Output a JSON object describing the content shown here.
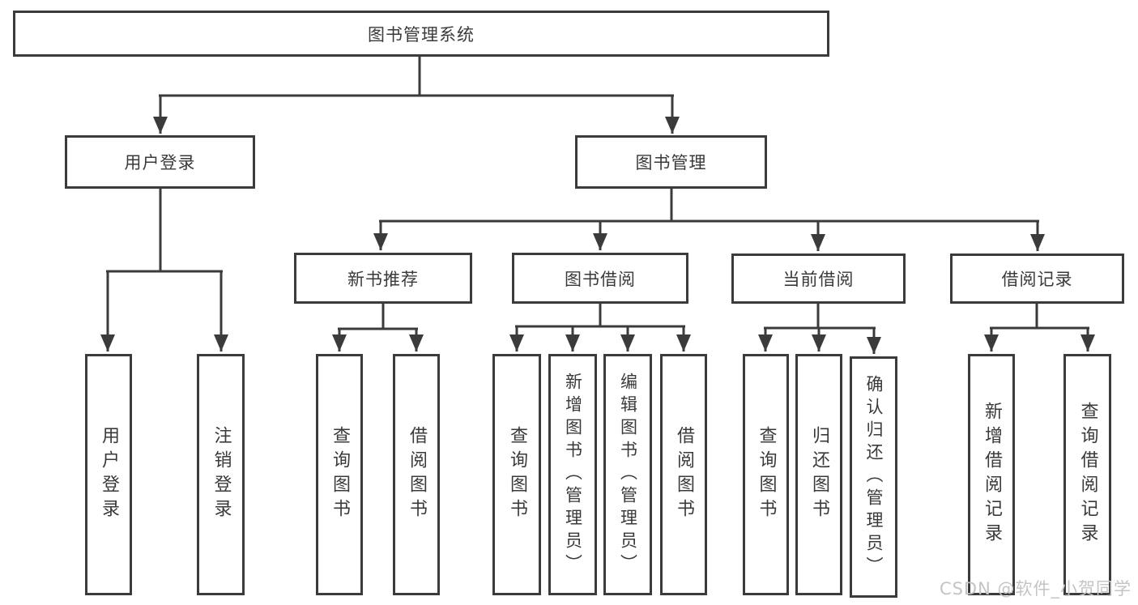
{
  "palette": {
    "line": "#3b3b3b",
    "text": "#3a3a3a",
    "background": "#ffffff",
    "watermark_color": "#c4c4c4"
  },
  "tree": {
    "root": "图书管理系统",
    "children": [
      {
        "label": "用户登录",
        "children": [
          "用户登录",
          "注销登录"
        ]
      },
      {
        "label": "图书管理",
        "children": [
          {
            "label": "新书推荐",
            "children": [
              "查询图书",
              "借阅图书"
            ]
          },
          {
            "label": "图书借阅",
            "children": [
              "查询图书",
              "新增图书（管理员）",
              "编辑图书（管理员）",
              "借阅图书"
            ]
          },
          {
            "label": "当前借阅",
            "children": [
              "查询图书",
              "归还图书",
              "确认归还（管理员）"
            ]
          },
          {
            "label": "借阅记录",
            "children": [
              "新增借阅记录",
              "查询借阅记录"
            ]
          }
        ]
      }
    ]
  },
  "watermark": {
    "text": "CSDN @软件_小贺同学"
  }
}
